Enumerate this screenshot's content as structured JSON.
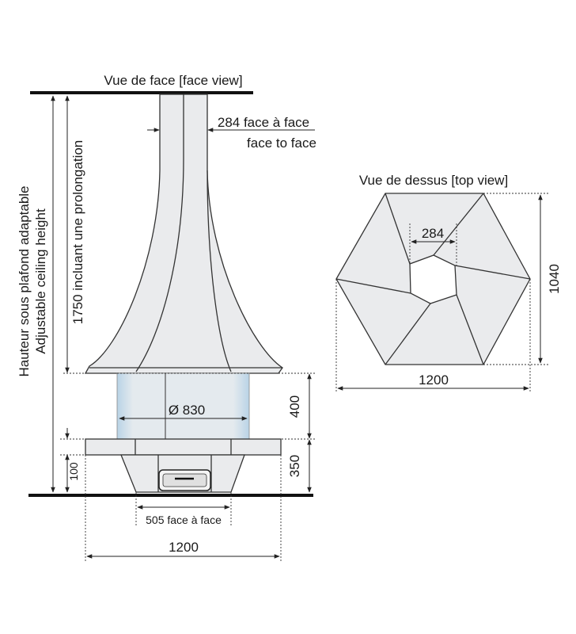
{
  "front_view": {
    "title": "Vue de face [face view]",
    "side_label_line1": "Hauteur sous plafond adaptable",
    "side_label_line2": "Adjustable ceiling height",
    "height_label": "1750 incluant une prolongation",
    "flue_label_line1": "284 face à face",
    "flue_label_line2": "face to face",
    "diameter_label": "Ø 830",
    "glass_height_label": "400",
    "base_height_label": "350",
    "foot_height_label": "100",
    "base_width_label": "505 face à face",
    "overall_width_label": "1200"
  },
  "top_view": {
    "title": "Vue de dessus [top view]",
    "flue_label": "284",
    "depth_label": "1040",
    "width_label": "1200"
  },
  "colors": {
    "part_fill": "#eaebed",
    "glass_fill": "#d9e6ee",
    "glass_edge": "#b9d3e6",
    "line": "#222222"
  }
}
